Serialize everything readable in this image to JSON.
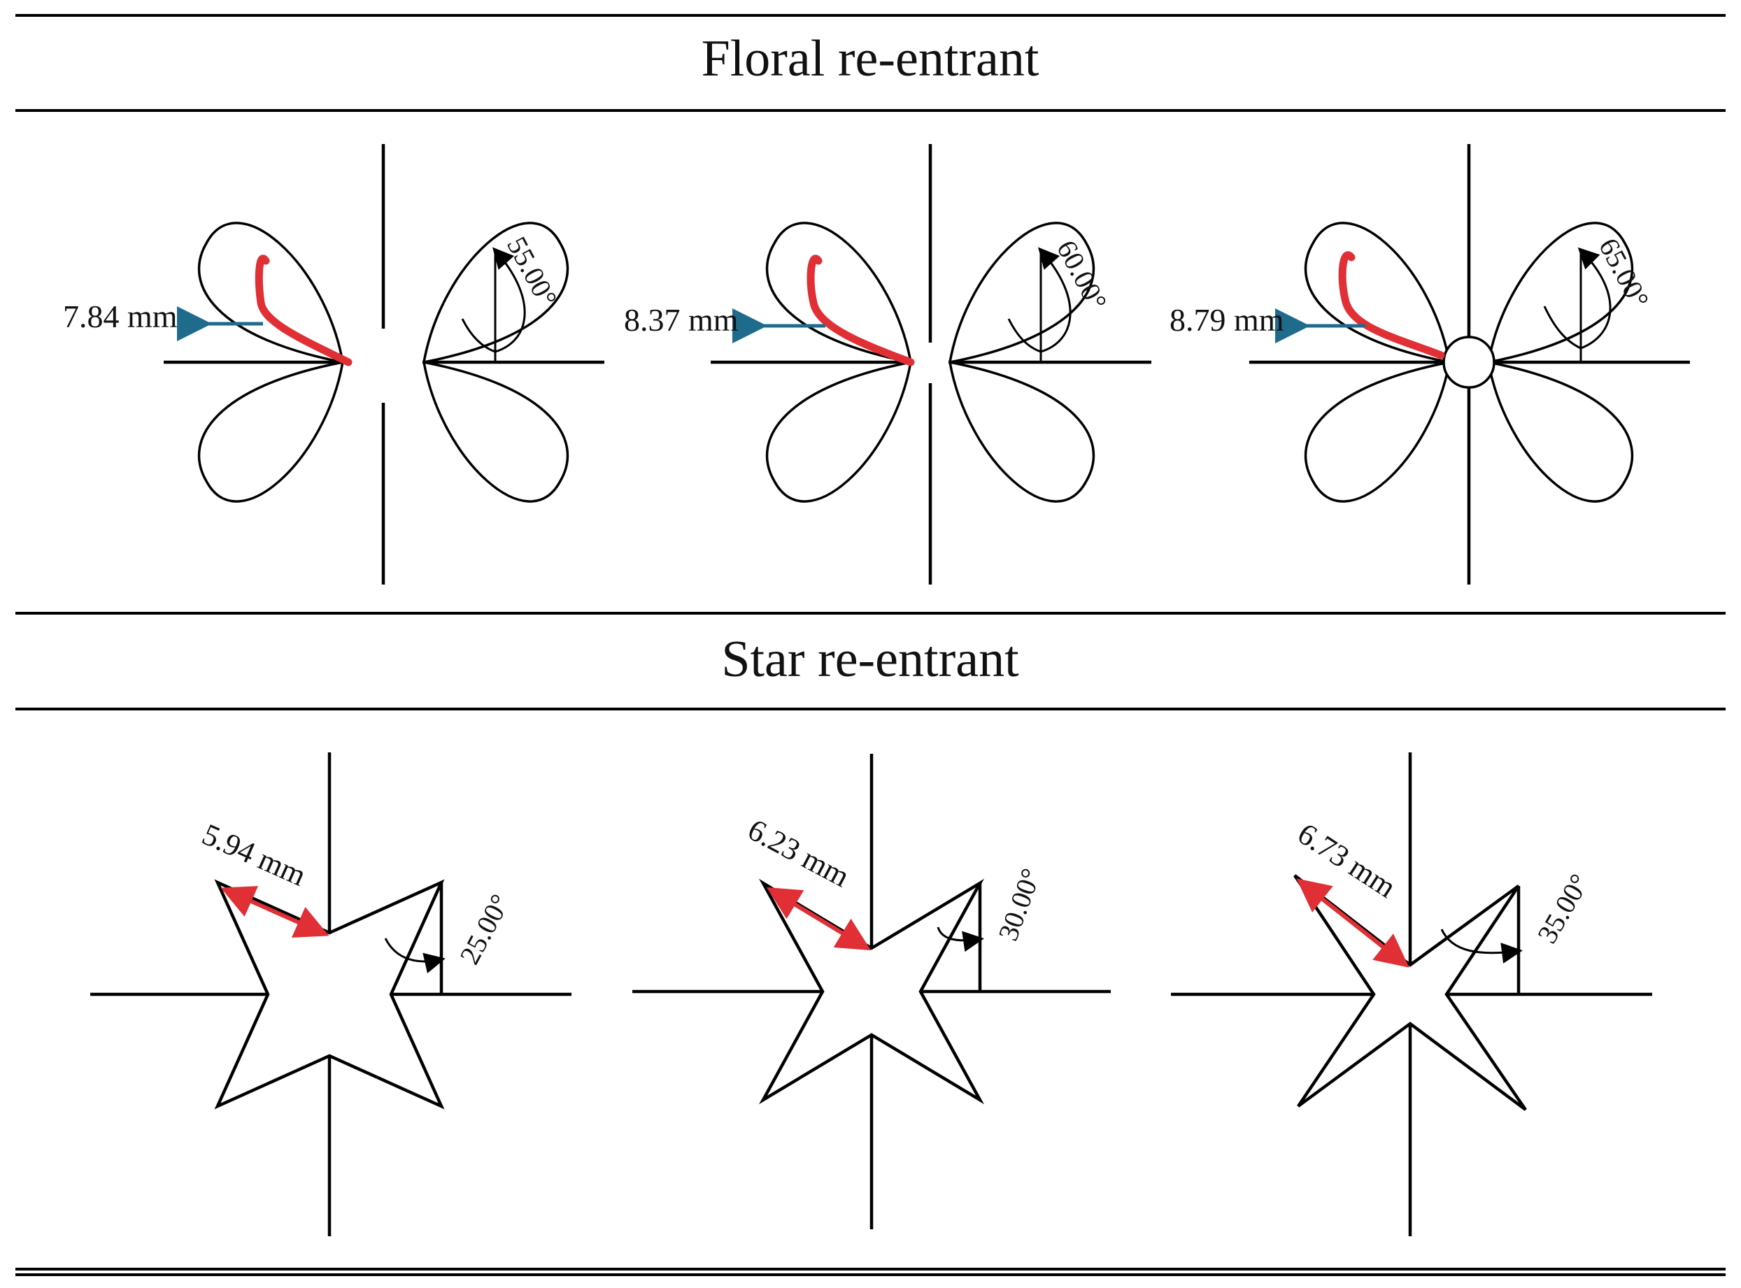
{
  "sections": [
    {
      "title": "Floral re-entrant"
    },
    {
      "title": "Star re-entrant"
    }
  ],
  "floral": [
    {
      "length": "7.84 mm",
      "angle": "55.00°"
    },
    {
      "length": "8.37 mm",
      "angle": "60.00°"
    },
    {
      "length": "8.79 mm",
      "angle": "65.00°"
    }
  ],
  "star": [
    {
      "length": "5.94 mm",
      "angle": "25.00°"
    },
    {
      "length": "6.23 mm",
      "angle": "30.00°"
    },
    {
      "length": "6.73 mm",
      "angle": "35.00°"
    }
  ],
  "colors": {
    "highlight": "#e02f35",
    "arrow": "#1f6b8c",
    "line": "#000000"
  }
}
